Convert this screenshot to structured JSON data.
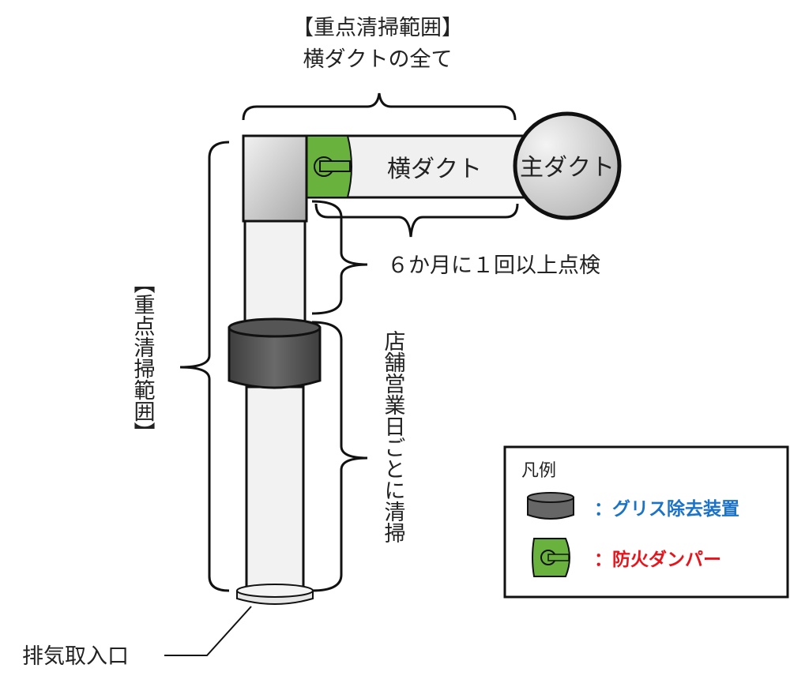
{
  "top_label": {
    "line1": "【重点清掃範囲】",
    "line2": "横ダクトの全て"
  },
  "left_label": "【重点清掃範囲】",
  "horizontal_duct_label": "横ダクト",
  "main_duct_label": "主ダクト",
  "inspection_label": "６か月に１回以上点検",
  "daily_cleaning_label": "店舗営業日ごとに清掃",
  "intake_label": "排気取入口",
  "legend": {
    "title": "凡例",
    "items": [
      {
        "label": "：グリス除去装置",
        "color": "#1a73c8"
      },
      {
        "label": "：防火ダンパー",
        "color": "#e8141b"
      }
    ]
  },
  "colors": {
    "damper_green": "#6ab23e",
    "grease_gray": "#5a5a5a"
  }
}
